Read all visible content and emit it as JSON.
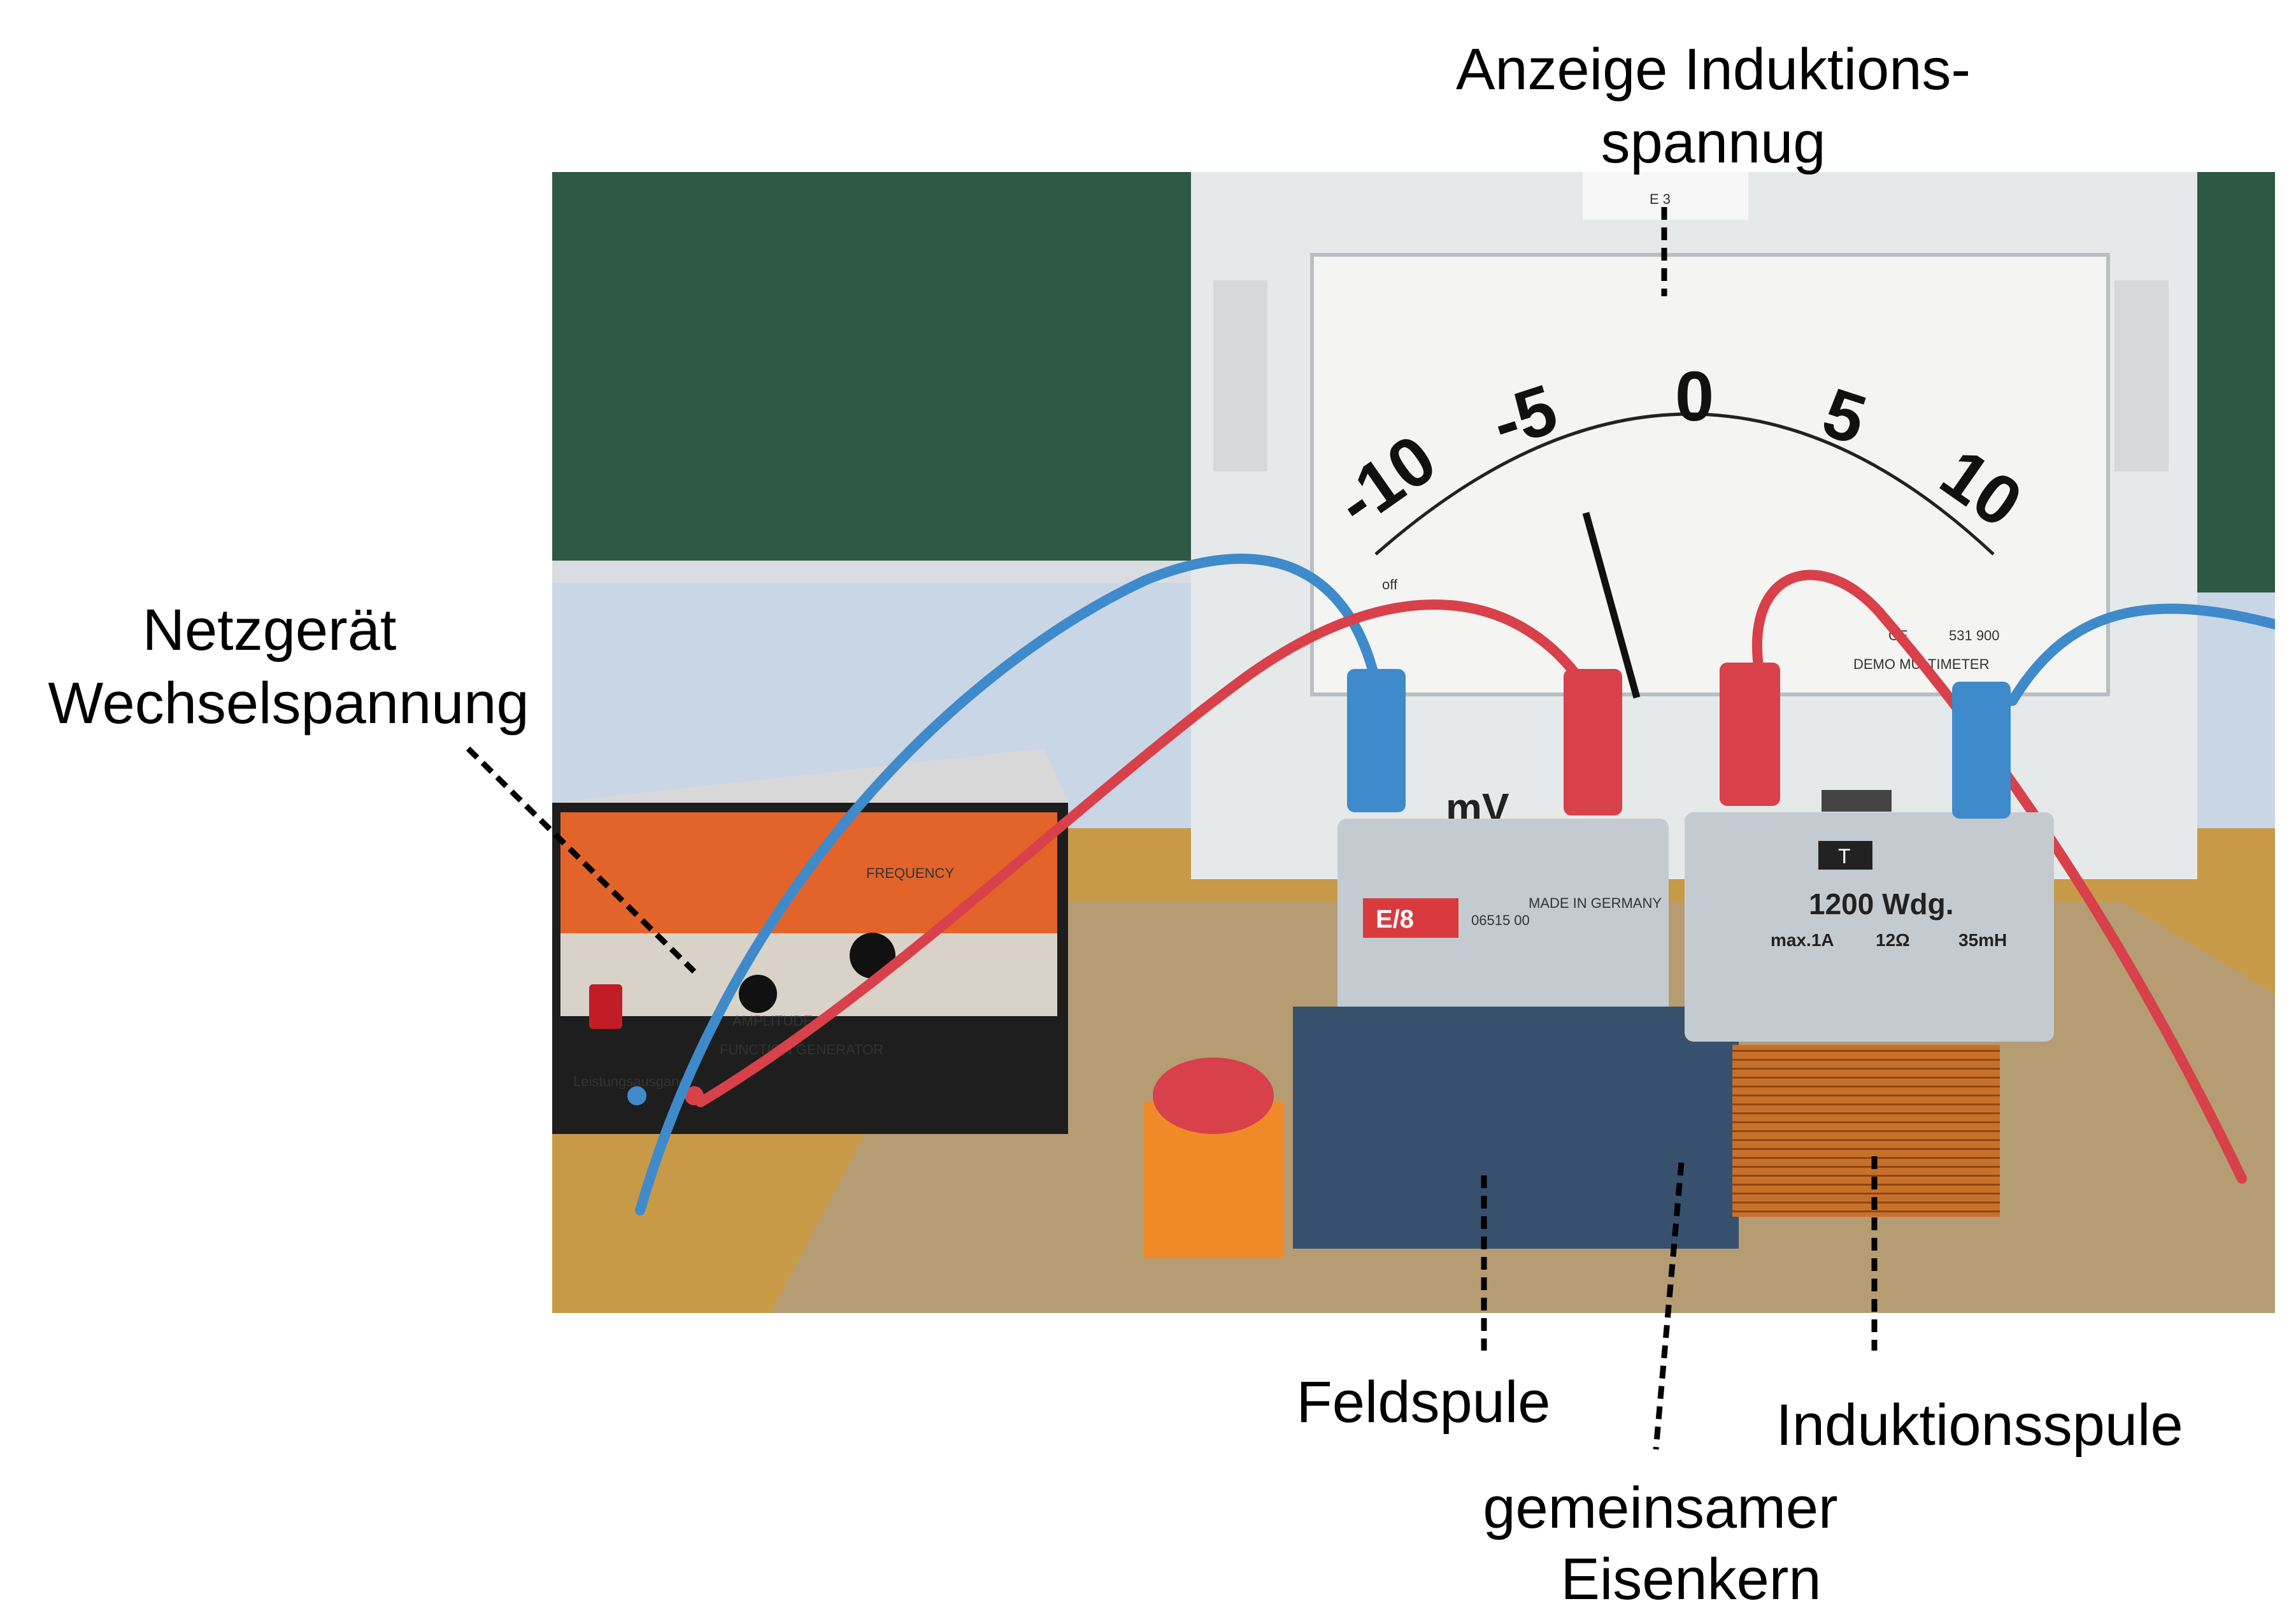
{
  "labels": {
    "display_line1": "Anzeige Induktions-",
    "display_line2": "spannug",
    "power_line1": "Netzgerät",
    "power_line2": "Wechselspannung",
    "field_coil": "Feldspule",
    "core_line1": "gemeinsamer",
    "core_line2": "Eisenkern",
    "induction_coil": "Induktionsspule"
  },
  "meter": {
    "tag": "E 3",
    "scale_ticks": [
      "-10",
      "-5",
      "0",
      "5",
      "10"
    ],
    "unit_left": "mV",
    "off_mark": "off",
    "ce_mark": "CE",
    "model": "531 900",
    "brand": "DEMO MULTIMETER"
  },
  "field_coil_info": {
    "red_tag": "E/8",
    "article": "06515 00",
    "origin": "MADE IN GERMANY"
  },
  "induction_coil_info": {
    "tag": "T",
    "turns": "1200 Wdg.",
    "max_current": "max.1A",
    "resistance": "12Ω",
    "inductance": "35mH"
  },
  "generator": {
    "output_label": "Leistungsausgang",
    "frequency_label": "FREQUENCY",
    "amplitude_label": "AMPLITUDE",
    "function_label": "FUNCTION GENERATOR"
  },
  "colors": {
    "board": "#2e5a45",
    "wall": "#c9d6e6",
    "table": "#c89a48",
    "base_plate": "#b59c72",
    "coil_copper": "#c8702a",
    "iron_core": "#37506e",
    "cable_red": "#d8404a",
    "cable_blue": "#3e8acb",
    "generator_orange": "#e2642a",
    "housing": "#e6e9ea"
  }
}
